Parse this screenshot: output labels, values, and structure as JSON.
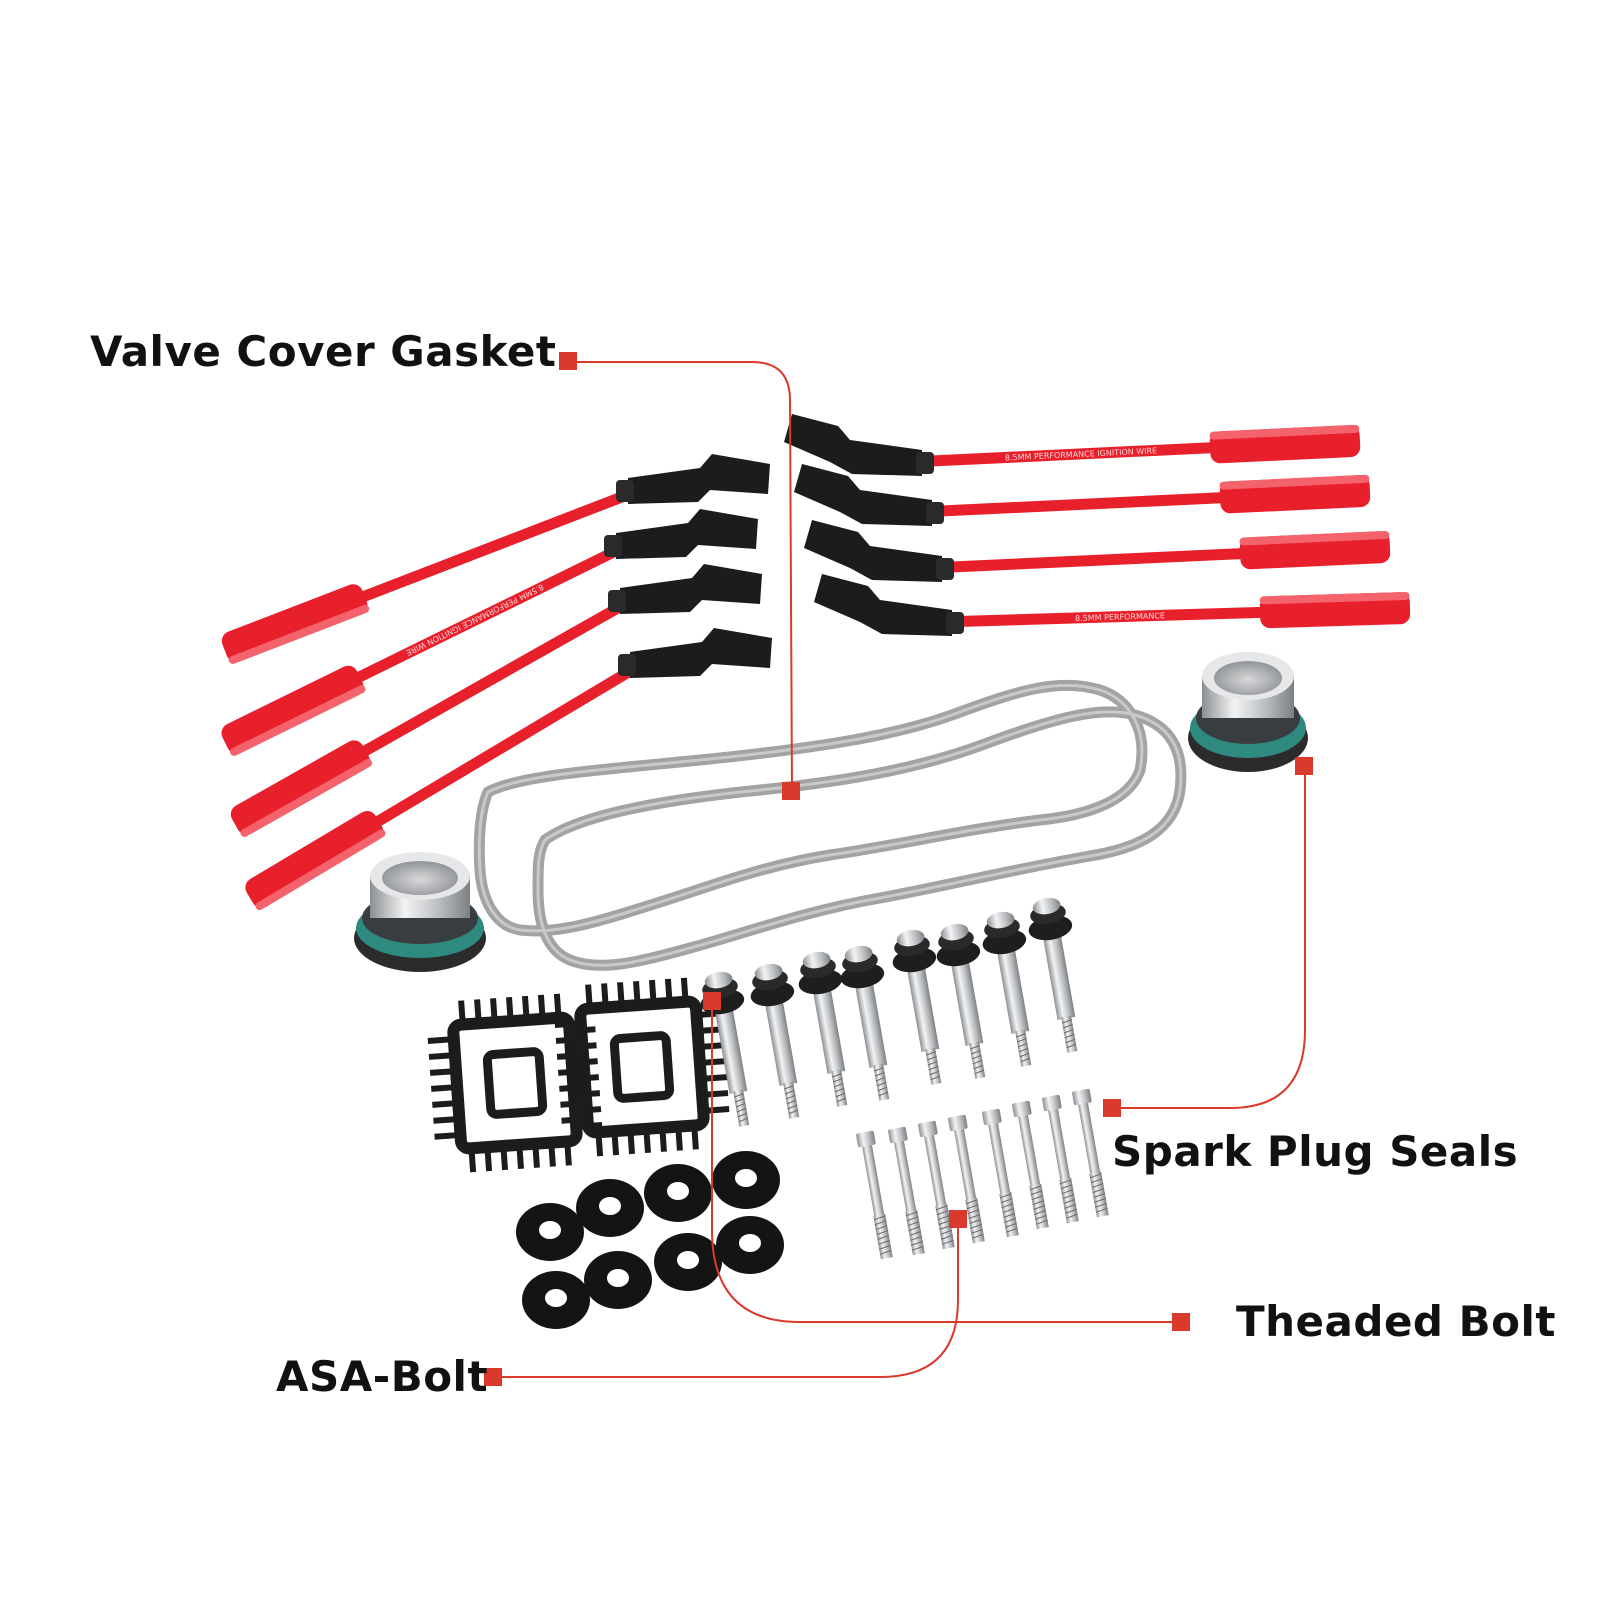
{
  "labels": {
    "valve_cover_gasket": "Valve Cover Gasket",
    "spark_plug_seals": "Spark Plug Seals",
    "theaded_bolt": "Theaded Bolt",
    "asa_bolt": "ASA-Bolt"
  },
  "wire_print": {
    "primary": "8.5MM PERFORMANCE IGNITION WIRE",
    "secondary": "8.5MM PERFORMANCE"
  },
  "colors": {
    "wire_red": "#e8202c",
    "boot_black": "#1c1c1c",
    "gasket_gray": "#9a9a9a",
    "callout_red": "#d93a2b",
    "seal_teal": "#2e8a7e",
    "metal_silver": "#c9cbcd"
  }
}
